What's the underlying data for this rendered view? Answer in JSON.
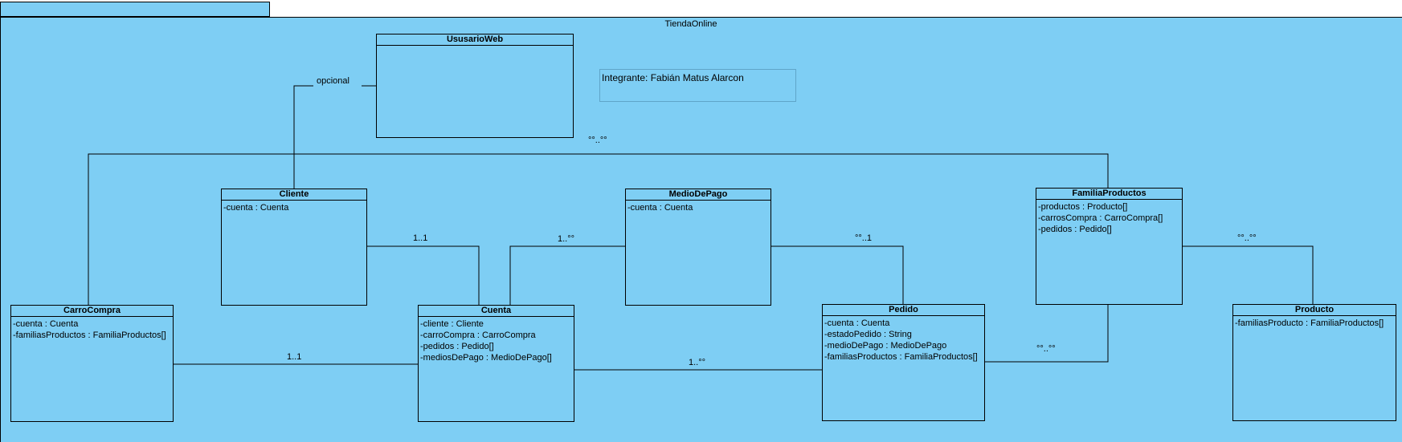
{
  "package": {
    "name": "TiendaOnline"
  },
  "note": {
    "text": "Integrante: Fabián Matus Alarcon"
  },
  "classes": {
    "usuario_web": {
      "name": "UsusarioWeb",
      "attributes": []
    },
    "cliente": {
      "name": "Cliente",
      "attributes": [
        "-cuenta : Cuenta"
      ]
    },
    "medio_de_pago": {
      "name": "MedioDePago",
      "attributes": [
        "-cuenta : Cuenta"
      ]
    },
    "familia_productos": {
      "name": "FamiliaProductos",
      "attributes": [
        "-productos : Producto[]",
        "-carrosCompra : CarroCompra[]",
        "-pedidos : Pedido[]"
      ]
    },
    "carro_compra": {
      "name": "CarroCompra",
      "attributes": [
        "-cuenta : Cuenta",
        "-familiasProductos : FamiliaProductos[]"
      ]
    },
    "cuenta": {
      "name": "Cuenta",
      "attributes": [
        "-cliente : Cliente",
        "-carroCompra : CarroCompra",
        "-pedidos : Pedido[]",
        "-mediosDePago : MedioDePago[]"
      ]
    },
    "pedido": {
      "name": "Pedido",
      "attributes": [
        "-cuenta : Cuenta",
        "-estadoPedido : String",
        "-medioDePago : MedioDePago",
        "-familiasProductos : FamiliaProductos[]"
      ]
    },
    "producto": {
      "name": "Producto",
      "attributes": [
        "-familiasProducto : FamiliaProductos[]"
      ]
    }
  },
  "associations": {
    "usuario_cliente": {
      "label": "opcional"
    },
    "carro_familia": {
      "label": "°°..°°"
    },
    "cliente_cuenta": {
      "label": "1..1"
    },
    "cuenta_medio": {
      "label": "1..°°"
    },
    "medio_pedido": {
      "label": "°°..1"
    },
    "familia_producto": {
      "label": "°°..°°"
    },
    "carro_cuenta": {
      "label": "1..1"
    },
    "cuenta_pedido": {
      "label": "1..°°"
    },
    "pedido_familia": {
      "label": "°°..°°"
    }
  }
}
